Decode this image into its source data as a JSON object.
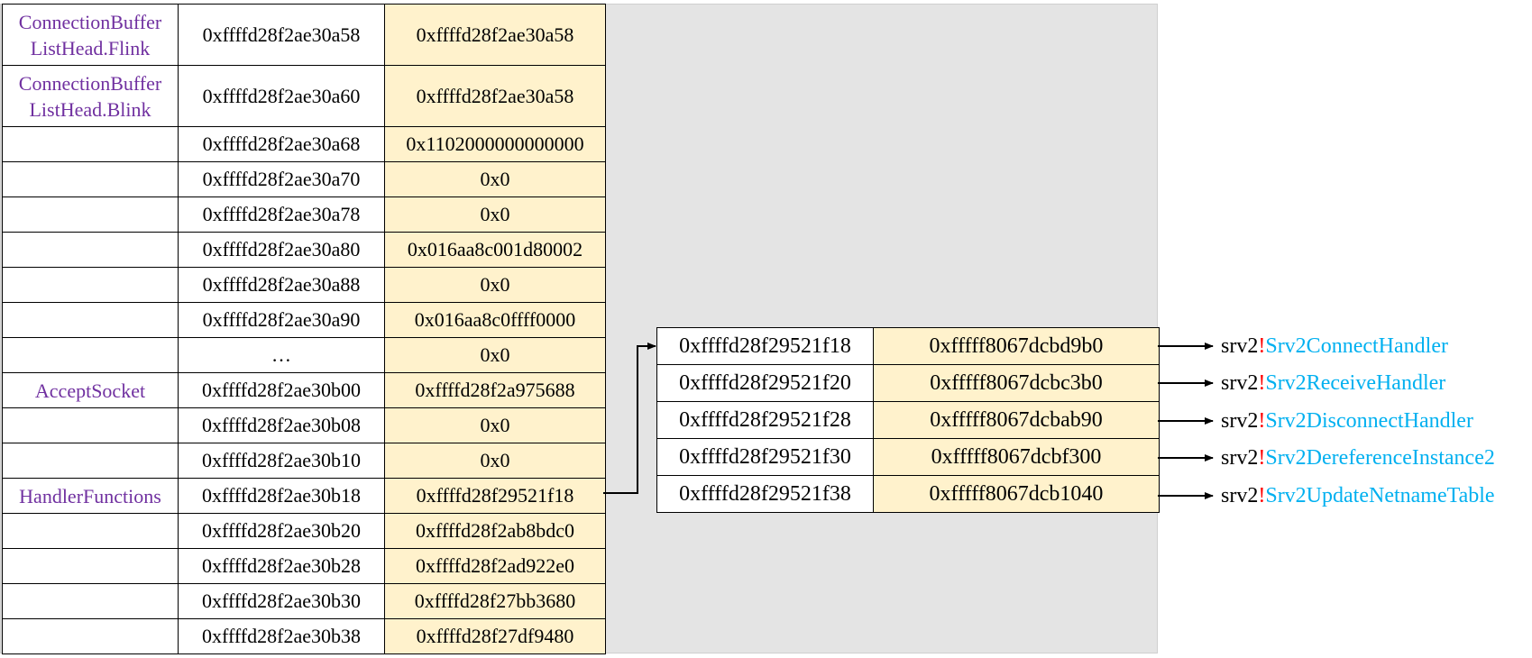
{
  "memory_rows": [
    {
      "label": "ConnectionBuffer ListHead.Flink",
      "address": "0xffffd28f2ae30a58",
      "value": "0xffffd28f2ae30a58"
    },
    {
      "label": "ConnectionBuffer ListHead.Blink",
      "address": "0xffffd28f2ae30a60",
      "value": "0xffffd28f2ae30a58"
    },
    {
      "label": "",
      "address": "0xffffd28f2ae30a68",
      "value": "0x1102000000000000"
    },
    {
      "label": "",
      "address": "0xffffd28f2ae30a70",
      "value": "0x0"
    },
    {
      "label": "",
      "address": "0xffffd28f2ae30a78",
      "value": "0x0"
    },
    {
      "label": "",
      "address": "0xffffd28f2ae30a80",
      "value": "0x016aa8c001d80002"
    },
    {
      "label": "",
      "address": "0xffffd28f2ae30a88",
      "value": "0x0"
    },
    {
      "label": "",
      "address": "0xffffd28f2ae30a90",
      "value": "0x016aa8c0ffff0000"
    },
    {
      "label": "",
      "address": "…",
      "value": "0x0"
    },
    {
      "label": "AcceptSocket",
      "address": "0xffffd28f2ae30b00",
      "value": "0xffffd28f2a975688"
    },
    {
      "label": "",
      "address": "0xffffd28f2ae30b08",
      "value": "0x0"
    },
    {
      "label": "",
      "address": "0xffffd28f2ae30b10",
      "value": "0x0"
    },
    {
      "label": "HandlerFunctions",
      "address": "0xffffd28f2ae30b18",
      "value": "0xffffd28f29521f18"
    },
    {
      "label": "",
      "address": "0xffffd28f2ae30b20",
      "value": "0xffffd28f2ab8bdc0"
    },
    {
      "label": "",
      "address": "0xffffd28f2ae30b28",
      "value": "0xffffd28f2ad922e0"
    },
    {
      "label": "",
      "address": "0xffffd28f2ae30b30",
      "value": "0xffffd28f27bb3680"
    },
    {
      "label": "",
      "address": "0xffffd28f2ae30b38",
      "value": "0xffffd28f27df9480"
    }
  ],
  "handler_rows": [
    {
      "address": "0xffffd28f29521f18",
      "value": "0xfffff8067dcbd9b0",
      "module": "srv2",
      "bang": "!",
      "function": "Srv2ConnectHandler"
    },
    {
      "address": "0xffffd28f29521f20",
      "value": "0xfffff8067dcbc3b0",
      "module": "srv2",
      "bang": "!",
      "function": "Srv2ReceiveHandler"
    },
    {
      "address": "0xffffd28f29521f28",
      "value": "0xfffff8067dcbab90",
      "module": "srv2",
      "bang": "!",
      "function": "Srv2DisconnectHandler"
    },
    {
      "address": "0xffffd28f29521f30",
      "value": "0xfffff8067dcbf300",
      "module": "srv2",
      "bang": "!",
      "function": "Srv2DereferenceInstance2"
    },
    {
      "address": "0xffffd28f29521f38",
      "value": "0xfffff8067dcb1040",
      "module": "srv2",
      "bang": "!",
      "function": "Srv2UpdateNetnameTable"
    }
  ],
  "colors": {
    "label_text": "#7030a0",
    "value_cell_fill": "#fff2cc",
    "function_text": "#00b0f0",
    "bang_text": "#ff0000",
    "background_panel": "#e4e4e4"
  }
}
